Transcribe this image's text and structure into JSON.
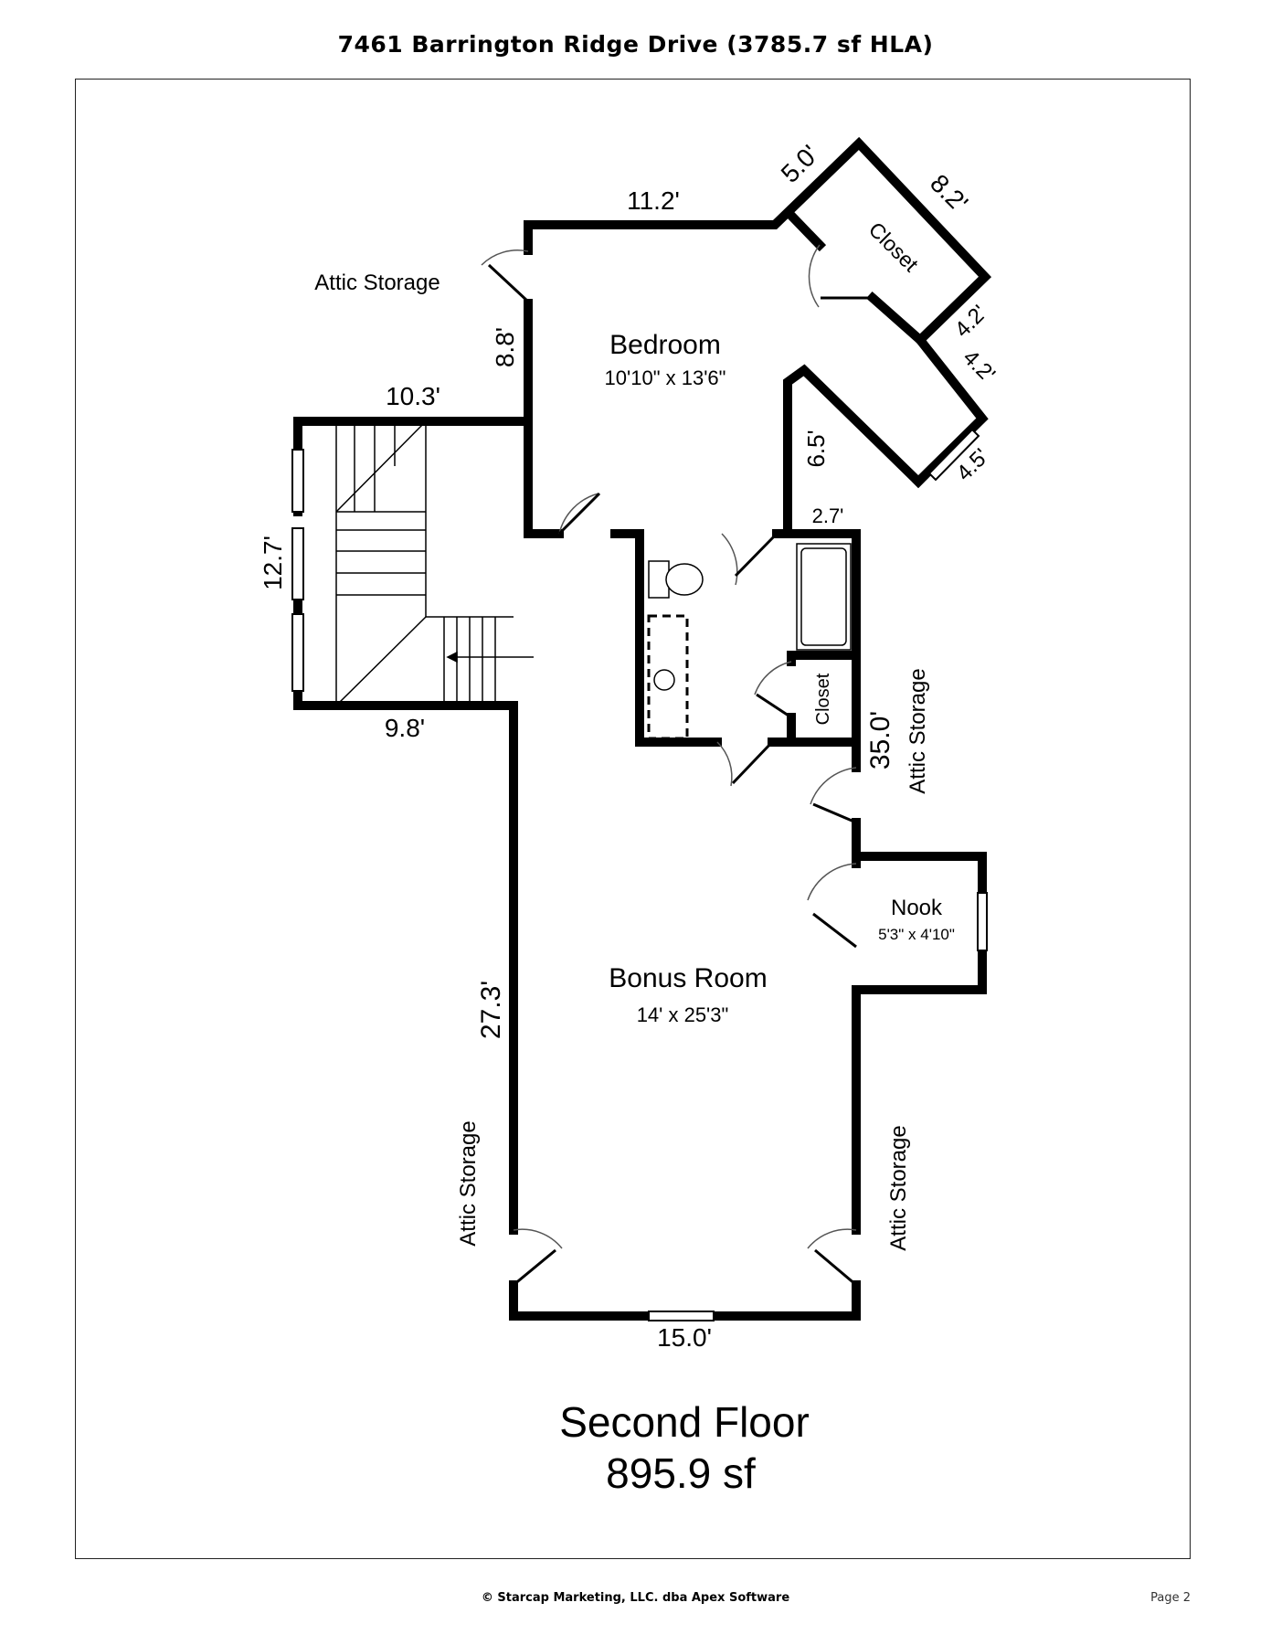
{
  "header": {
    "title": "7461 Barrington Ridge Drive (3785.7 sf HLA)"
  },
  "rooms": {
    "bedroom": {
      "name": "Bedroom",
      "size": "10'10\" x 13'6\""
    },
    "bonus_room": {
      "name": "Bonus Room",
      "size": "14' x 25'3\""
    },
    "nook": {
      "name": "Nook",
      "size": "5'3\" x 4'10\""
    },
    "closet_angled": {
      "name": "Closet"
    },
    "closet_bath": {
      "name": "Closet"
    }
  },
  "storage_labels": {
    "top_left": "Attic Storage",
    "right_mid": "Attic Storage",
    "left_low": "Attic Storage",
    "right_low": "Attic Storage"
  },
  "dimensions": {
    "bedroom_top": "11.2'",
    "angle_5": "5.0'",
    "angle_82": "8.2'",
    "angle_42a": "4.2'",
    "angle_42b": "4.2'",
    "angle_45": "4.5'",
    "bedroom_left": "8.8'",
    "bedroom_inner": "6.5'",
    "bath_top": "2.7'",
    "stair_top": "10.3'",
    "stair_left": "12.7'",
    "stair_bottom": "9.8'",
    "right_35": "35.0'",
    "left_273": "27.3'",
    "bottom_15": "15.0'"
  },
  "floor": {
    "name": "Second Floor",
    "area": "895.9 sf"
  },
  "footer": {
    "credit": "© Starcap Marketing, LLC. dba Apex Software",
    "page": "Page 2"
  }
}
